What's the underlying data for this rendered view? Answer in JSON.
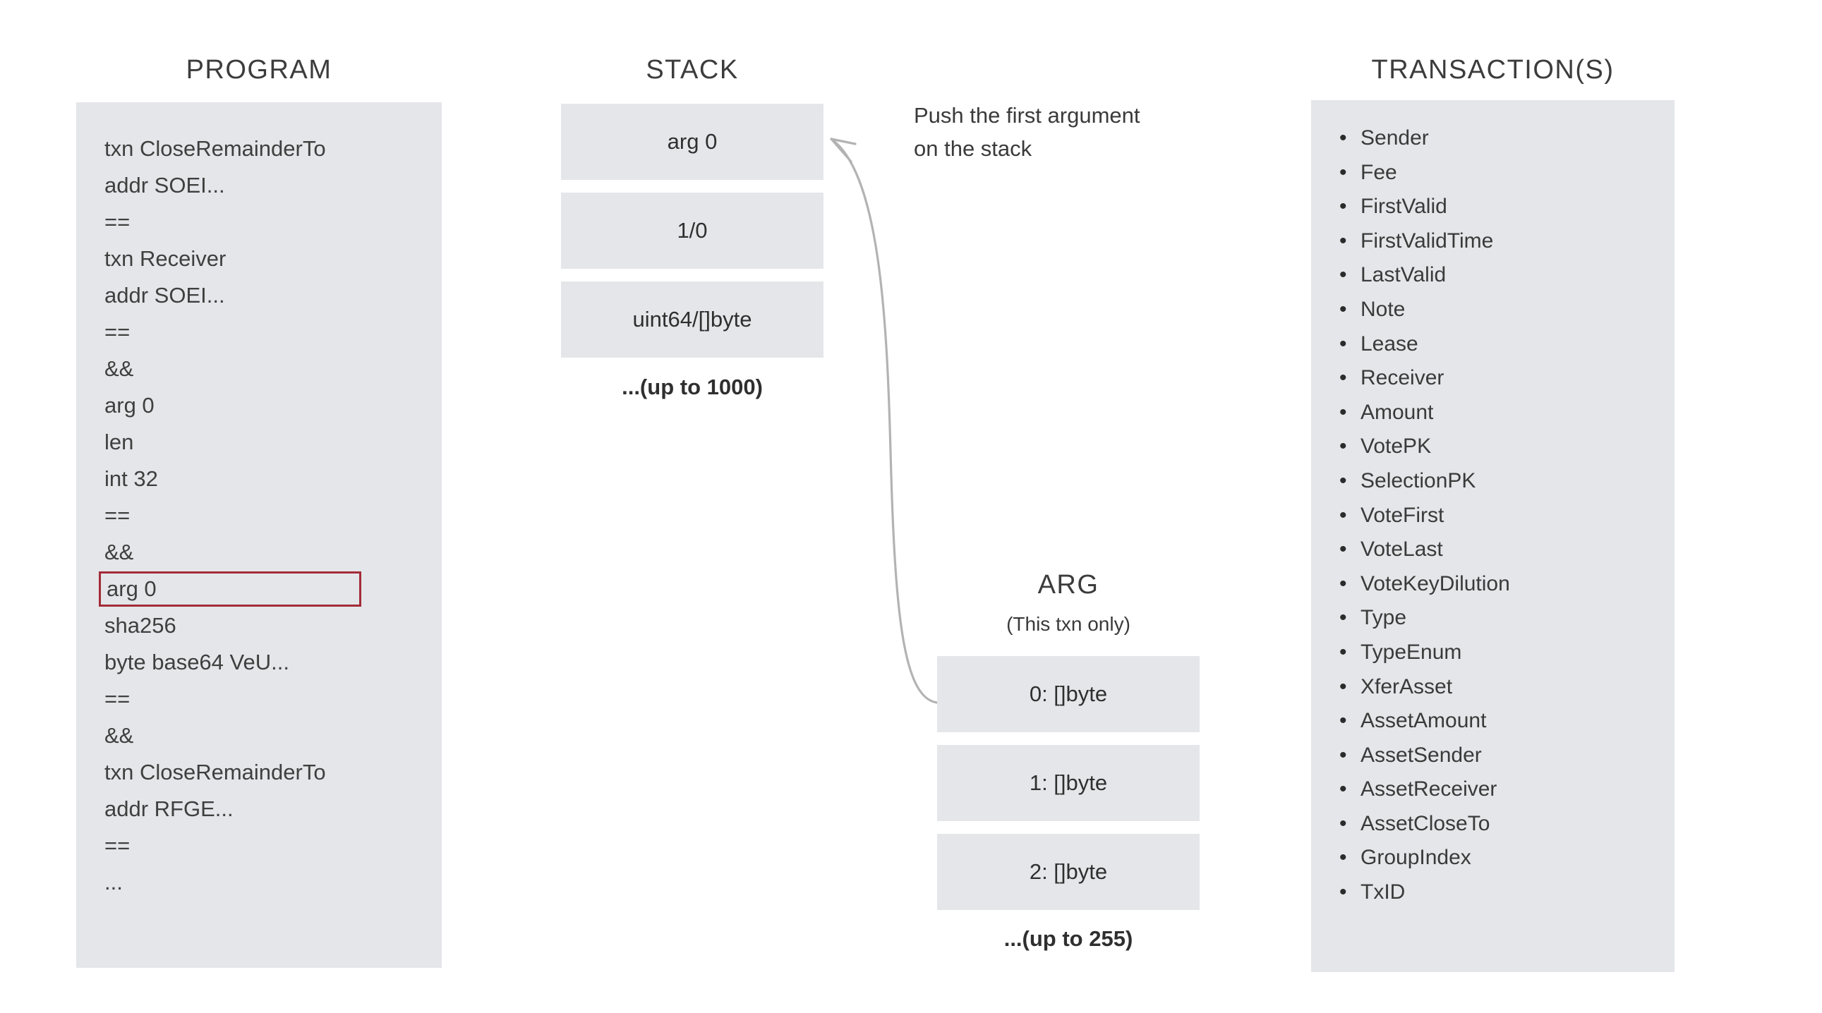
{
  "columns": {
    "program": {
      "title": "PROGRAM"
    },
    "stack": {
      "title": "STACK"
    },
    "arg": {
      "title": "ARG",
      "subtitle": "(This txn only)"
    },
    "transactions": {
      "title": "TRANSACTION(S)"
    }
  },
  "program": {
    "lines": [
      {
        "text": "txn CloseRemainderTo",
        "highlighted": false
      },
      {
        "text": "addr SOEI...",
        "highlighted": false
      },
      {
        "text": "==",
        "highlighted": false
      },
      {
        "text": "txn Receiver",
        "highlighted": false
      },
      {
        "text": "addr SOEI...",
        "highlighted": false
      },
      {
        "text": "==",
        "highlighted": false
      },
      {
        "text": "&&",
        "highlighted": false
      },
      {
        "text": "arg 0",
        "highlighted": false
      },
      {
        "text": "len",
        "highlighted": false
      },
      {
        "text": "int 32",
        "highlighted": false
      },
      {
        "text": "==",
        "highlighted": false
      },
      {
        "text": "&&",
        "highlighted": false
      },
      {
        "text": "arg 0",
        "highlighted": true
      },
      {
        "text": "sha256",
        "highlighted": false
      },
      {
        "text": "byte base64 VeU...",
        "highlighted": false
      },
      {
        "text": "==",
        "highlighted": false
      },
      {
        "text": "&&",
        "highlighted": false
      },
      {
        "text": "txn CloseRemainderTo",
        "highlighted": false
      },
      {
        "text": "addr RFGE...",
        "highlighted": false
      },
      {
        "text": "==",
        "highlighted": false
      },
      {
        "text": "...",
        "highlighted": false
      }
    ]
  },
  "stack": {
    "slots": [
      {
        "label": "arg 0"
      },
      {
        "label": "1/0"
      },
      {
        "label": "uint64/[]byte"
      }
    ],
    "overflow": "...(up to 1000)"
  },
  "arg": {
    "slots": [
      {
        "label": "0: []byte"
      },
      {
        "label": "1: []byte"
      },
      {
        "label": "2: []byte"
      }
    ],
    "overflow": "...(up to 255)"
  },
  "annotation": {
    "line1": "Push the first argument",
    "line2": "on the stack"
  },
  "transactions": {
    "fields": [
      "Sender",
      "Fee",
      "FirstValid",
      "FirstValidTime",
      "LastValid",
      "Note",
      "Lease",
      "Receiver",
      "Amount",
      "VotePK",
      "SelectionPK",
      "VoteFirst",
      "VoteLast",
      "VoteKeyDilution",
      "Type",
      "TypeEnum",
      "XferAsset",
      "AssetAmount",
      "AssetSender",
      "AssetReceiver",
      "AssetCloseTo",
      "GroupIndex",
      "TxID"
    ]
  },
  "colors": {
    "panel_fill": "#e4e6e9",
    "highlight_border": "#a32c38",
    "text": "#3a3a3a",
    "arrow": "#b0b0b0",
    "background": "#ffffff"
  }
}
